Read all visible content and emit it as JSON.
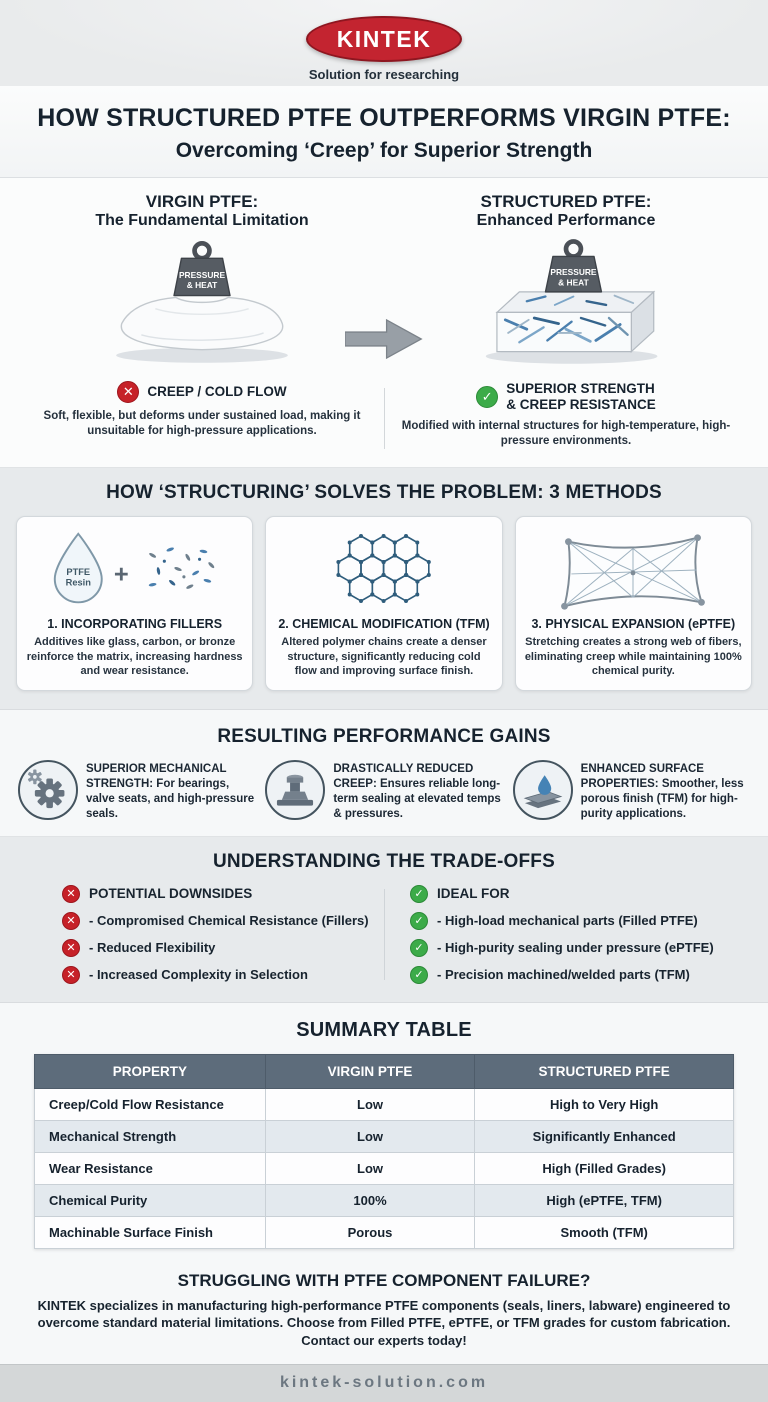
{
  "brand": {
    "logo_text": "KINTEK",
    "tagline": "Solution for researching"
  },
  "icons": {
    "x_glyph": "✕",
    "check_glyph": "✓",
    "plus_glyph": "+"
  },
  "colors": {
    "accent_red": "#c32430",
    "accent_green": "#3cab49",
    "table_header_bg": "#5d6c7b",
    "fiber_blue": "#4a7fae",
    "text_dark": "#16222e"
  },
  "title": {
    "line1": "HOW STRUCTURED PTFE OUTPERFORMS VIRGIN PTFE:",
    "line2": "Overcoming ‘Creep’ for Superior Strength"
  },
  "comparison": {
    "weight": {
      "line1": "PRESSURE",
      "line2": "& HEAT"
    },
    "left": {
      "heading1": "VIRGIN PTFE:",
      "heading2": "The Fundamental Limitation",
      "status_label": "CREEP / COLD FLOW",
      "description": "Soft, flexible, but deforms under sustained load, making it unsuitable for high-pressure applications."
    },
    "right": {
      "heading1": "STRUCTURED PTFE:",
      "heading2": "Enhanced Performance",
      "status_line1": "SUPERIOR STRENGTH",
      "status_line2": "& CREEP RESISTANCE",
      "description": "Modified with internal structures for high-temperature, high-pressure environments."
    }
  },
  "methods": {
    "heading": "HOW ‘STRUCTURING’ SOLVES THE PROBLEM: 3 METHODS",
    "cards": [
      {
        "icon": "ptfe-resin-droplet-plus-fillers",
        "droplet_line1": "PTFE",
        "droplet_line2": "Resin",
        "title": "1. INCORPORATING FILLERS",
        "description": "Additives like glass, carbon, or bronze reinforce the matrix, increasing hardness and wear resistance."
      },
      {
        "icon": "hexagonal-polymer-lattice",
        "title": "2. CHEMICAL MODIFICATION (TFM)",
        "description": "Altered polymer chains create a denser structure, significantly reducing cold flow and improving surface finish."
      },
      {
        "icon": "stretched-fiber-web",
        "title": "3. PHYSICAL EXPANSION (ePTFE)",
        "description": "Stretching creates a strong web of fibers, eliminating creep while maintaining 100% chemical purity."
      }
    ]
  },
  "gains": {
    "heading": "RESULTING PERFORMANCE GAINS",
    "items": [
      {
        "icon": "gears",
        "lead": "SUPERIOR MECHANICAL STRENGTH:",
        "text": "For bearings, valve seats, and high-pressure seals."
      },
      {
        "icon": "flange-seal",
        "lead": "DRASTICALLY REDUCED CREEP:",
        "text": "Ensures reliable long-term sealing at elevated temps & pressures."
      },
      {
        "icon": "droplet-on-surface",
        "lead": "ENHANCED SURFACE PROPERTIES:",
        "text": "Smoother, less porous finish (TFM) for high-purity applications."
      }
    ]
  },
  "tradeoffs": {
    "heading": "UNDERSTANDING THE TRADE-OFFS",
    "downsides": {
      "title": "POTENTIAL DOWNSIDES",
      "items": [
        "- Compromised Chemical Resistance (Fillers)",
        "- Reduced Flexibility",
        "- Increased Complexity in Selection"
      ]
    },
    "ideal": {
      "title": "IDEAL FOR",
      "items": [
        "- High-load mechanical parts (Filled PTFE)",
        "- High-purity sealing under pressure (ePTFE)",
        "- Precision machined/welded parts (TFM)"
      ]
    }
  },
  "summary_table": {
    "heading": "SUMMARY TABLE",
    "columns": [
      "PROPERTY",
      "VIRGIN PTFE",
      "STRUCTURED PTFE"
    ],
    "rows": [
      [
        "Creep/Cold Flow Resistance",
        "Low",
        "High to Very High"
      ],
      [
        "Mechanical Strength",
        "Low",
        "Significantly Enhanced"
      ],
      [
        "Wear Resistance",
        "Low",
        "High (Filled Grades)"
      ],
      [
        "Chemical Purity",
        "100%",
        "High (ePTFE, TFM)"
      ],
      [
        "Machinable Surface Finish",
        "Porous",
        "Smooth (TFM)"
      ]
    ]
  },
  "cta": {
    "heading": "STRUGGLING WITH PTFE COMPONENT FAILURE?",
    "body": "KINTEK specializes in manufacturing high-performance PTFE components (seals, liners, labware) engineered to overcome standard material limitations. Choose from Filled PTFE, ePTFE, or TFM grades for custom fabrication. Contact our experts today!"
  },
  "footer": {
    "url": "kintek-solution.com"
  }
}
